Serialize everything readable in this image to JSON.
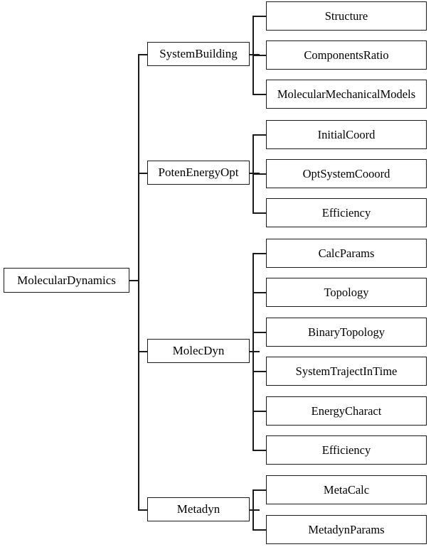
{
  "diagram": {
    "title": "MolecularDynamics",
    "type": "hierarchy-tree",
    "orientation": "left-to-right",
    "colors": {
      "background": "#ffffff",
      "border": "#1a1a1a",
      "text": "#000000",
      "connector": "#1a1a1a"
    },
    "root": {
      "label": "MolecularDynamics"
    },
    "branches": [
      {
        "label": "SystemBuilding",
        "children": [
          {
            "label": "Structure"
          },
          {
            "label": "ComponentsRatio"
          },
          {
            "label": "MolecularMechanicalModels"
          }
        ]
      },
      {
        "label": "PotenEnergyOpt",
        "children": [
          {
            "label": "InitialCoord"
          },
          {
            "label": "OptSystemCooord"
          },
          {
            "label": "Efficiency"
          }
        ]
      },
      {
        "label": "MolecDyn",
        "children": [
          {
            "label": "CalcParams"
          },
          {
            "label": "Topology"
          },
          {
            "label": "BinaryTopology"
          },
          {
            "label": "SystemTrajectInTime"
          },
          {
            "label": "EnergyCharact"
          },
          {
            "label": "Efficiency"
          }
        ]
      },
      {
        "label": "Metadyn",
        "children": [
          {
            "label": "MetaCalc"
          },
          {
            "label": "MetadynParams"
          }
        ]
      }
    ]
  }
}
